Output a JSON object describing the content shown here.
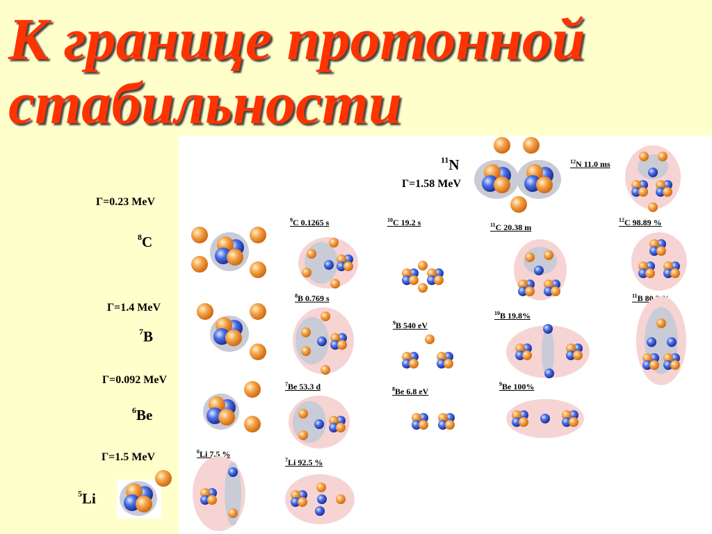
{
  "title": {
    "line1": "К границе протонной",
    "line2": "стабильности"
  },
  "unbound": [
    {
      "id": "8C",
      "mass": "8",
      "symbol": "C",
      "width": "Γ=0.23 MeV"
    },
    {
      "id": "7B",
      "mass": "7",
      "symbol": "B",
      "width": "Γ=1.4 MeV"
    },
    {
      "id": "6Be",
      "mass": "6",
      "symbol": "Be",
      "width": "Γ=0.092 MeV"
    },
    {
      "id": "5Li",
      "mass": "5",
      "symbol": "Li",
      "width": "Γ=1.5 MeV"
    },
    {
      "id": "11N",
      "mass": "11",
      "symbol": "N",
      "width": "Γ=1.58 MeV"
    }
  ],
  "isotopes": [
    {
      "mass": "9",
      "label": "C 0.1265 s"
    },
    {
      "mass": "10",
      "label": "C 19.2 s"
    },
    {
      "mass": "11",
      "label": "C 20.38 m"
    },
    {
      "mass": "12",
      "label": "C 98.89 %"
    },
    {
      "mass": "12",
      "label": "N 11.0 ms"
    },
    {
      "mass": "8",
      "label": "B 0.769 s"
    },
    {
      "mass": "9",
      "label": "B 540 eV"
    },
    {
      "mass": "10",
      "label": "B 19.8%"
    },
    {
      "mass": "11",
      "label": "B 80.2 %"
    },
    {
      "mass": "7",
      "label": "Be 53.3 d"
    },
    {
      "mass": "8",
      "label": "Be 6.8 eV"
    },
    {
      "mass": "9",
      "label": "Be 100%"
    },
    {
      "mass": "6",
      "label": "Li 7.5 %"
    },
    {
      "mass": "7",
      "label": "Li 92.5 %"
    }
  ],
  "colors": {
    "title": "#ff3300",
    "background": "#ffffcc",
    "proton": "#f29b3c",
    "neutron": "#3f63d9",
    "cluster": "#f6d2d2",
    "core": "#c8cad4"
  }
}
